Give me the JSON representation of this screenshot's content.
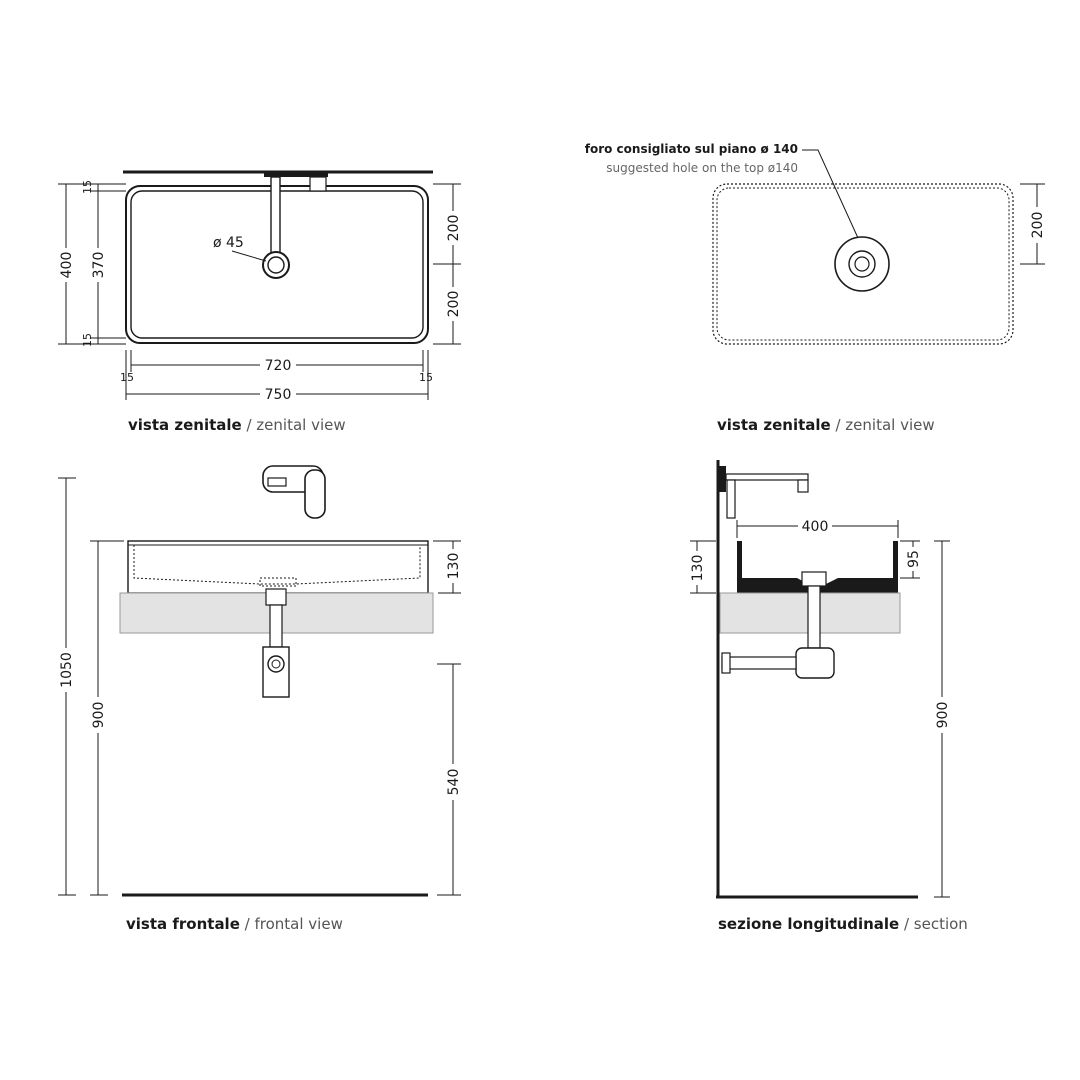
{
  "top_view_left": {
    "dims": {
      "total_depth": "400",
      "inner_depth": "370",
      "rim_top": "15",
      "rim_bottom": "15",
      "half_top": "200",
      "half_bottom": "200",
      "inner_width": "720",
      "rim_left": "15",
      "rim_right": "15",
      "total_width": "750",
      "drain_diameter": "ø 45"
    },
    "caption_bold": "vista zenitale",
    "caption_regular": " / zenital view"
  },
  "top_view_right": {
    "note_bold": "foro consigliato sul piano ø 140",
    "note_regular": "suggested hole on the top ø140",
    "dims": {
      "hole_offset": "200"
    },
    "caption_bold": "vista zenitale",
    "caption_regular": " / zenital view"
  },
  "front_view": {
    "dims": {
      "faucet_height": "1050",
      "top_height": "900",
      "basin_height": "130",
      "drain_height": "540"
    },
    "caption_bold": "vista frontale",
    "caption_regular": " / frontal view"
  },
  "section_view": {
    "dims": {
      "basin_width": "400",
      "basin_height": "130",
      "inner_depth": "95",
      "top_height": "900"
    },
    "caption_bold": "sezione longitudinale",
    "caption_regular": " / section"
  },
  "colors": {
    "line": "#1a1a1a",
    "countertop": "#e3e3e3",
    "basin_fill": "#1a1a1a"
  }
}
